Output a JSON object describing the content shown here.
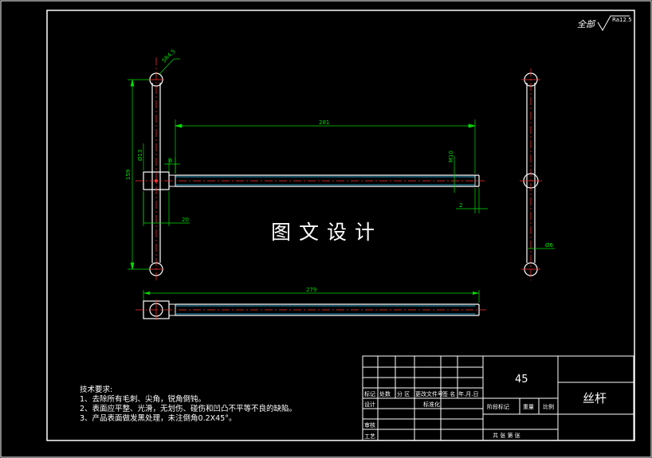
{
  "roughness": {
    "prefix": "全部",
    "value": "Ra12.5"
  },
  "dimensions": {
    "sphere": "SR4.5",
    "length_top": "281",
    "height_left": "159",
    "dia_13": "Ø13",
    "dim_6": "6",
    "dim_20": "20",
    "m10": "M10",
    "dim_2": "2",
    "dia_6": "Ø6",
    "length_bottom": "279"
  },
  "watermark": "图文设计",
  "tech_notes": {
    "title": "技术要求:",
    "items": [
      "1、去除所有毛刺、尖角，锐角倒钝。",
      "2、表面应平整、光滑，无划伤、碰伤和凹凸不平等不良的缺陷。",
      "3、产品表面做发黑处理，未注倒角0.2X45°。"
    ]
  },
  "title_block": {
    "material": "45",
    "part_name": "丝杆",
    "row_headers": [
      "标记",
      "处数",
      "分 区",
      "更改文件号",
      "签 名",
      "年.月.日"
    ],
    "design": "设计",
    "standardize": "标准化",
    "review": "审核",
    "process": "工艺",
    "stage_labels": [
      "阶段标记",
      "重量",
      "比例"
    ],
    "sheet_info": "共 张 第 张"
  }
}
